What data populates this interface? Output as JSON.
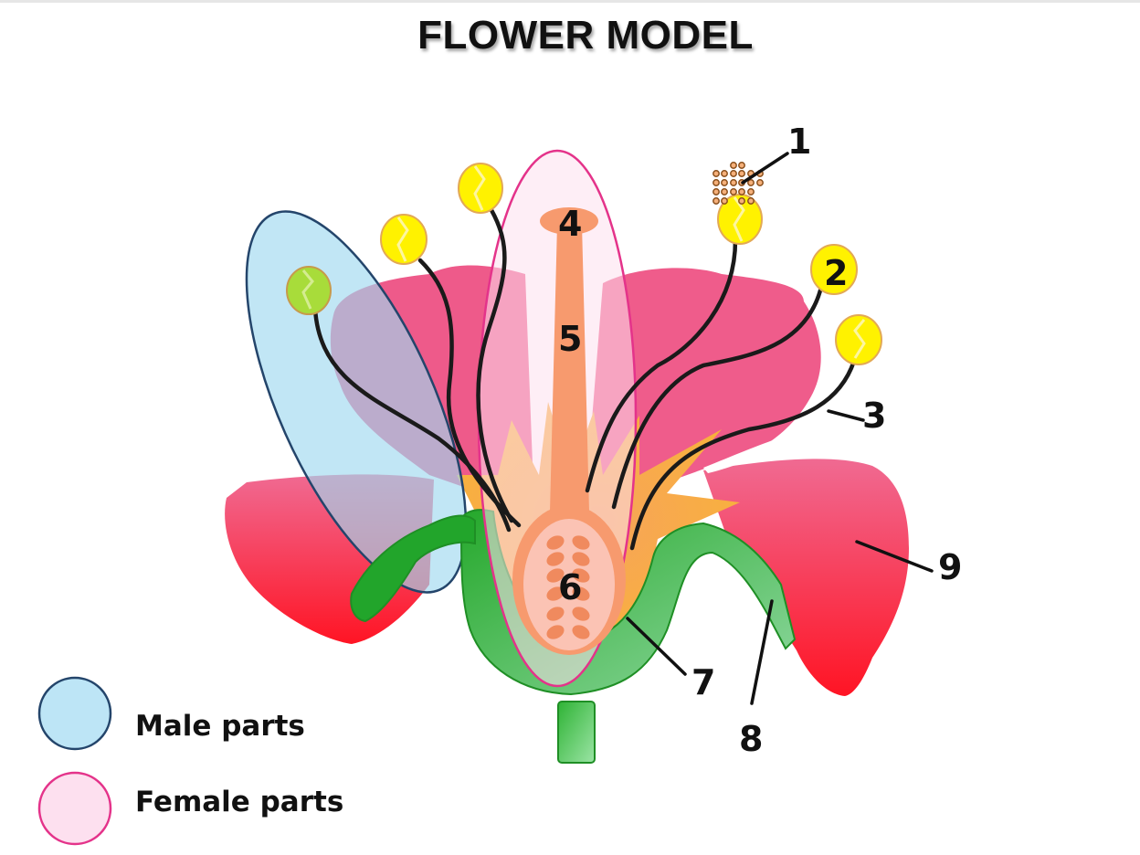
{
  "title": "FLOWER MODEL",
  "labels": {
    "l1": "1",
    "l2": "2",
    "l3": "3",
    "l4": "4",
    "l5": "5",
    "l6": "6",
    "l7": "7",
    "l8": "8",
    "l9": "9"
  },
  "legend": {
    "items": [
      {
        "label": "Male parts",
        "fill": "#bde5f6",
        "stroke": "#24456b"
      },
      {
        "label": "Female parts",
        "fill": "#fde0ef",
        "stroke": "#e4338a"
      }
    ]
  },
  "colors": {
    "petal_top": "#ee5b8a",
    "petal_bottom": "#ff1a2a",
    "sepal_green": "#2fb335",
    "anther_yellow": "#fff200",
    "stigma_style": "#f79a6e",
    "ovary_inner": "#fbc3b4",
    "pollen": "#c8742a",
    "male_region": "#bde5f6",
    "female_region": "#fde0ef"
  }
}
